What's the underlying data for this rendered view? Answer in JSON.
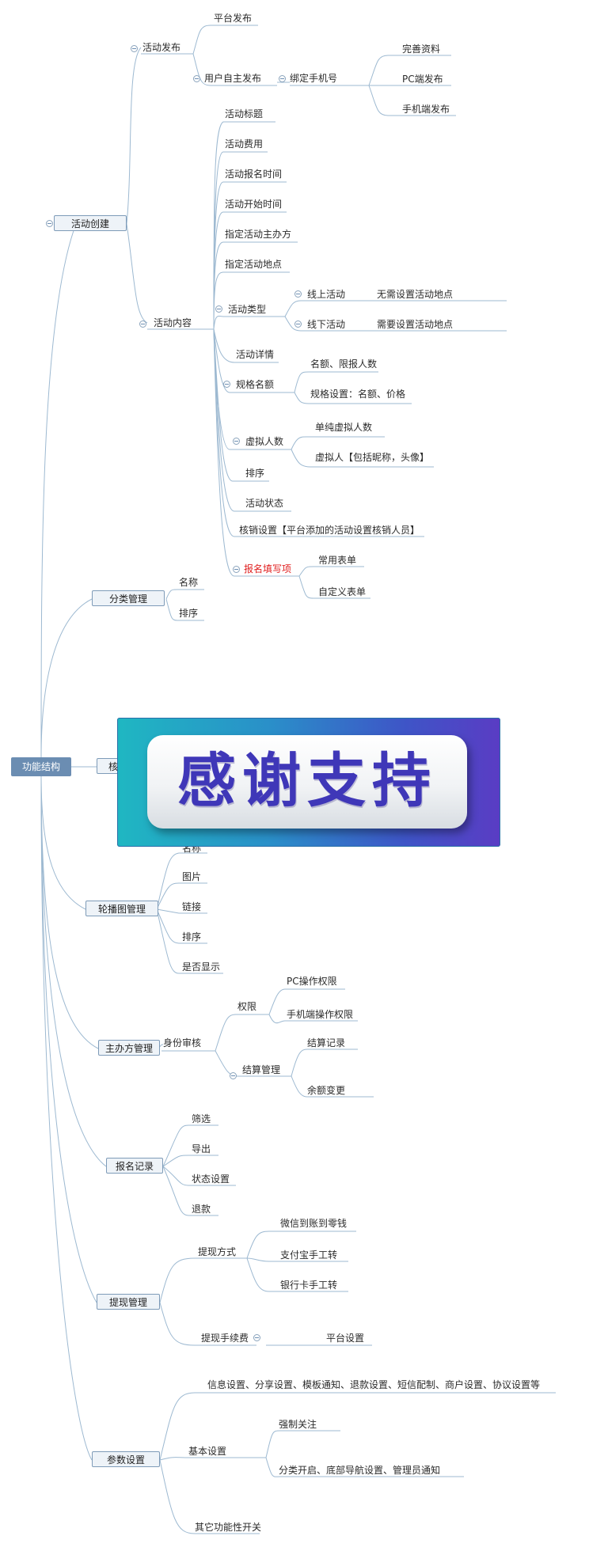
{
  "root": "功能结构",
  "branches": {
    "huodongchuangjian": "活动创建",
    "fenleiguanli": "分类管理",
    "hexiao_partial": "核",
    "lunbotu": "轮播图管理",
    "zhubanfang": "主办方管理",
    "baomingjilu": "报名记录",
    "tixian": "提现管理",
    "canshu": "参数设置"
  },
  "nodes": {
    "huodongfabu": "活动发布",
    "pingtaifabu": "平台发布",
    "yonghufabu": "用户自主发布",
    "bangding": "绑定手机号",
    "wanshan": "完善资料",
    "pcfabu": "PC端发布",
    "shoujifabu": "手机端发布",
    "huodongneirong": "活动内容",
    "biaoti": "活动标题",
    "feiyong": "活动费用",
    "baomingshijian": "活动报名时间",
    "kaishishijian": "活动开始时间",
    "zhubanfang": "指定活动主办方",
    "didian": "指定活动地点",
    "leixing": "活动类型",
    "xianshang": "线上活动",
    "xianshang_note": "无需设置活动地点",
    "xianxia": "线下活动",
    "xianxia_note": "需要设置活动地点",
    "xiangqing": "活动详情",
    "guige": "规格名额",
    "mingge": "名额、限报人数",
    "guigeshezhi": "规格设置：名额、价格",
    "xuni": "虚拟人数",
    "danchun": "单纯虚拟人数",
    "xuniren": "虚拟人【包括昵称，头像】",
    "paixu1": "排序",
    "zhuangtai": "活动状态",
    "hexiaoshezhi": "核销设置【平台添加的活动设置核销人员】",
    "baomingtianxie": "报名填写项",
    "changyong": "常用表单",
    "zidingyi": "自定义表单",
    "fl_mingcheng": "名称",
    "fl_paixu": "排序",
    "lb_mingcheng": "名称",
    "lb_tupian": "图片",
    "lb_lianjie": "链接",
    "lb_paixu": "排序",
    "lb_xianshi": "是否显示",
    "shenfen": "身份审核",
    "quanxian": "权限",
    "pcquanxian": "PC操作权限",
    "sjquanxian": "手机端操作权限",
    "jiesuan": "结算管理",
    "jiesuanjilu": "结算记录",
    "yue": "余额变更",
    "shaixuan": "筛选",
    "daochu": "导出",
    "zhuangtaishezhi": "状态设置",
    "tuikuan": "退款",
    "tixianfangshi": "提现方式",
    "weixin": "微信到账到零钱",
    "zhifubao": "支付宝手工转",
    "yinhang": "银行卡手工转",
    "shouxufei": "提现手续费",
    "pingtaishezhi": "平台设置",
    "xinxi": "信息设置、分享设置、模板通知、退款设置、短信配制、商户设置、协议设置等",
    "jibenshezhi": "基本设置",
    "qiangzhi": "强制关注",
    "fenleikaiqi": "分类开启、底部导航设置、管理员通知",
    "qita": "其它功能性开关"
  },
  "banner": {
    "text": "感谢支持",
    "colors": {
      "left": "#1fb7c2",
      "right": "#5a3cc4",
      "text": "#3f37b8"
    }
  },
  "colors": {
    "line": "#8fb0cc",
    "root": "#6b8db2",
    "highlight": "#e02020"
  }
}
